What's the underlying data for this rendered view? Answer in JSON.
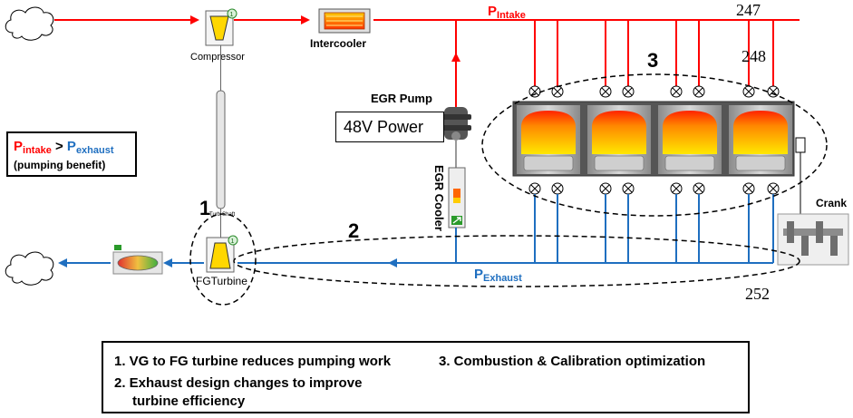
{
  "labels": {
    "p_intake_sub": "Intake",
    "p_exhaust_sub": "Exhaust",
    "compressor": "Compressor",
    "intercooler": "Intercooler",
    "egr_pump": "EGR Pump",
    "egr_cooler": "EGR Cooler",
    "fg_turbine": "FGTurbine",
    "turb_shaft": "Turb-Shaft",
    "crank": "Crank",
    "power": "48V Power",
    "badge": "1",
    "p": "P"
  },
  "comparison": {
    "p": "P",
    "intake_sub": "intake",
    "gt": ">",
    "exhaust_sub": "exhaust",
    "note": "(pumping benefit)"
  },
  "zones": [
    "1",
    "2",
    "3"
  ],
  "refs": [
    "247",
    "248",
    "252"
  ],
  "notes": {
    "n1": "1.  VG to FG turbine reduces pumping work",
    "n2a": "2.  Exhaust design changes to improve",
    "n2b": "turbine efficiency",
    "n3": "3.  Combustion & Calibration optimization"
  },
  "colors": {
    "intake": "#ff0000",
    "exhaust": "#1f6fc0",
    "exhaust_text": "#1f6fc0"
  }
}
